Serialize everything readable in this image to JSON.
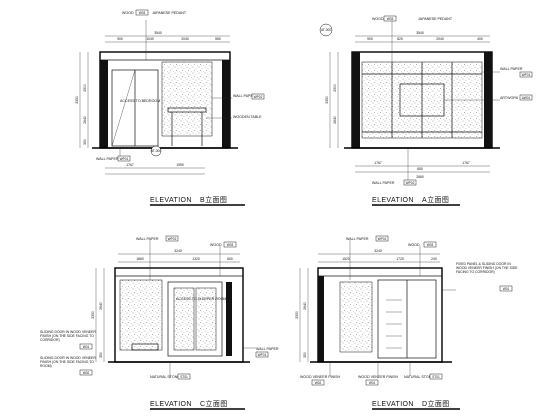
{
  "drawings": [
    {
      "id": "B",
      "caption": "ELEVATION",
      "caption_code": "B立面图",
      "dims_top": [
        "3540",
        "900",
        "1040",
        "2040",
        "550"
      ],
      "dims_side": [
        "3350",
        "2500",
        "2640",
        "350"
      ],
      "dims_bottom": [
        "1767",
        "1950"
      ],
      "labels": [
        {
          "text": "WOOD",
          "code": "W03"
        },
        {
          "text": "JAPANESE PEDANT",
          "code": ""
        },
        {
          "text": "WALL PAPER",
          "code": "WP02"
        },
        {
          "text": "WOODEN TABLE",
          "code": ""
        },
        {
          "text": "WALL PAPER",
          "code": "WP01"
        },
        {
          "text": "ACCESS TO BEDROOM",
          "code": ""
        },
        {
          "text": "AT-000",
          "code": ""
        }
      ]
    },
    {
      "id": "A",
      "caption": "ELEVATION",
      "caption_code": "A立面图",
      "dims_top": [
        "3540",
        "900",
        "820",
        "2040",
        "400"
      ],
      "dims_side": [
        "3350",
        "2500",
        "2640"
      ],
      "dims_bottom": [
        "1767",
        "1767",
        "650",
        "2660"
      ],
      "labels": [
        {
          "text": "WOOD",
          "code": "W03"
        },
        {
          "text": "JAPANESE PEDANT",
          "code": ""
        },
        {
          "text": "WALL PAPER",
          "code": "WP01"
        },
        {
          "text": "ARTWORK",
          "code": "AW01"
        },
        {
          "text": "WALL PAPER",
          "code": "WP02"
        },
        {
          "text": "AT-000",
          "code": ""
        }
      ]
    },
    {
      "id": "C",
      "caption": "ELEVATION",
      "caption_code": "C立面图",
      "dims_top": [
        "3240",
        "1860",
        "1320",
        "600"
      ],
      "dims_side": [
        "3350",
        "2640",
        "350"
      ],
      "dims_bottom": [],
      "labels": [
        {
          "text": "WALL PAPER",
          "code": "WP02"
        },
        {
          "text": "WOOD",
          "code": "W03"
        },
        {
          "text": "ACCESS TO SLEEPER ROOM",
          "code": ""
        },
        {
          "text": "SLIDING DOOR IN WOOD VENEER FINISH (ON THE SIDE FACING TO CORRIDOR)",
          "code": "W01"
        },
        {
          "text": "SLIDING DOOR IN WOOD VENEER FINISH (ON THE SIDE FACING TO ROOM)",
          "code": "W02"
        },
        {
          "text": "NATURAL STONE",
          "code": "ST01"
        },
        {
          "text": "WALL PAPER",
          "code": "WP01"
        }
      ]
    },
    {
      "id": "D",
      "caption": "ELEVATION",
      "caption_code": "D立面图",
      "dims_top": [
        "3240",
        "1520",
        "1720",
        "240"
      ],
      "dims_side": [
        "3350",
        "2640",
        "350"
      ],
      "dims_bottom": [],
      "labels": [
        {
          "text": "WALL PAPER",
          "code": "WP02"
        },
        {
          "text": "WOOD",
          "code": "W03"
        },
        {
          "text": "FIXED PANEL & SLIDING DOOR IN WOOD VENEER FINISH (ON THE SIDE FACING TO CORRIDOR)",
          "code": "W01"
        },
        {
          "text": "WOOD VENEER FINISH",
          "code": "W02"
        },
        {
          "text": "WOOD VENEER FINISH",
          "code": "W01"
        },
        {
          "text": "NATURAL STONE",
          "code": "ST01"
        }
      ]
    }
  ]
}
